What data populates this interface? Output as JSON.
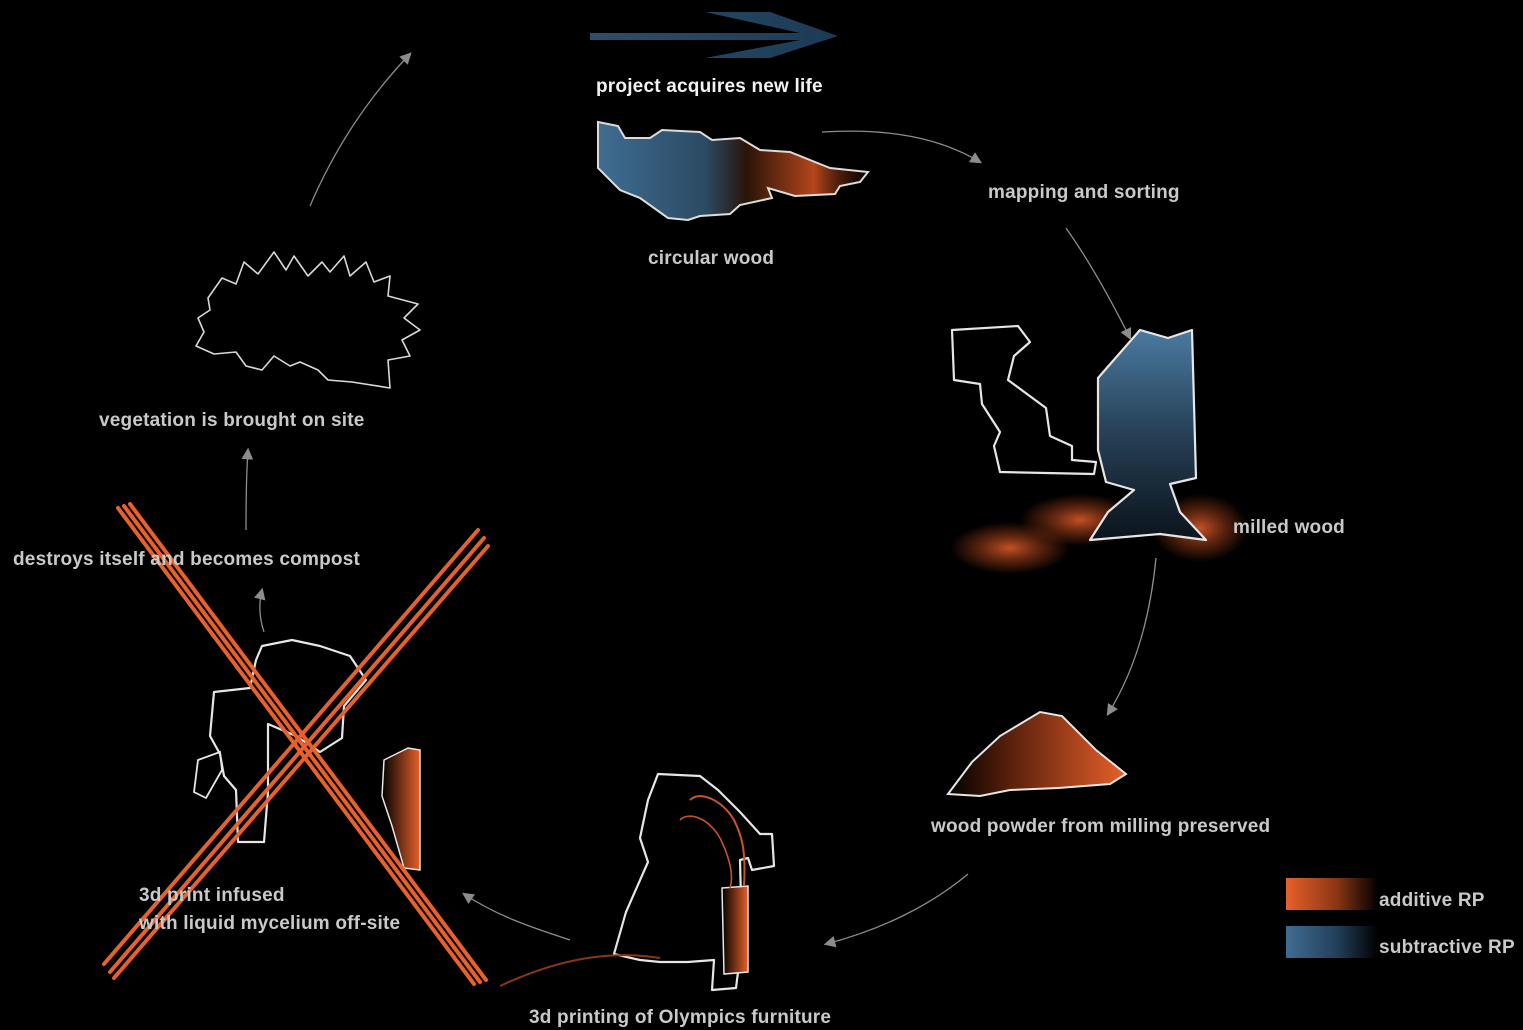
{
  "diagram": {
    "colors": {
      "background": "#000000",
      "additive": "#e8602a",
      "subtractive": "#3f6d92",
      "outline": "#e6e6e6",
      "arrow": "#8c8c8c",
      "label": "#c9c9c9"
    },
    "steps": {
      "new_life": "project acquires new life",
      "circular_wood": "circular wood",
      "mapping": "mapping and sorting",
      "milled": "milled wood",
      "powder": "wood powder from milling preserved",
      "printing": "3d printing of Olympics furniture",
      "mycelium": "3d print infused\nwith liquid mycelium off-site",
      "compost": "destroys itself and becomes compost",
      "vegetation": "vegetation is brought on site"
    },
    "legend": [
      {
        "label": "additive RP",
        "color": "#e8602a"
      },
      {
        "label": "subtractive RP",
        "color": "#3f6d92"
      }
    ],
    "crossed_out_step": "mycelium"
  }
}
